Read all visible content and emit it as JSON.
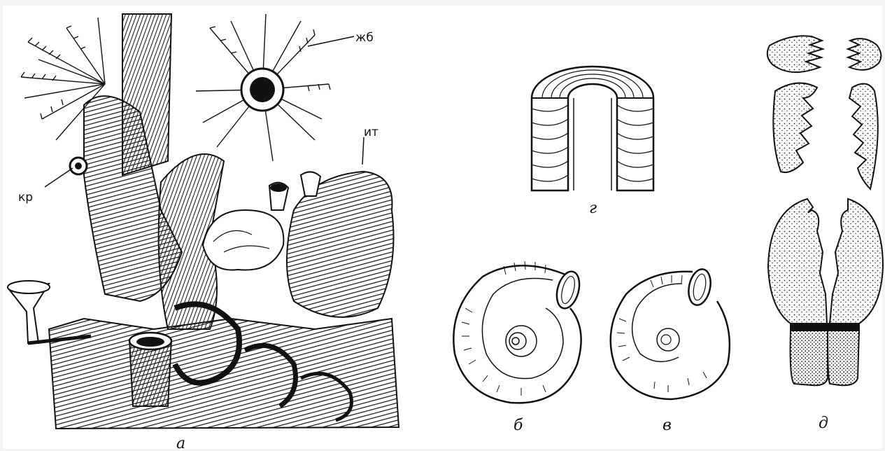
{
  "figure": {
    "panel_a": {
      "caption": "а",
      "labels": {
        "zhb": "жб",
        "it": "ит",
        "kr": "кр"
      }
    },
    "panel_b": {
      "caption": "б"
    },
    "panel_v": {
      "caption": "в"
    },
    "panel_g": {
      "caption": "г"
    },
    "panel_d": {
      "caption": "д"
    }
  }
}
